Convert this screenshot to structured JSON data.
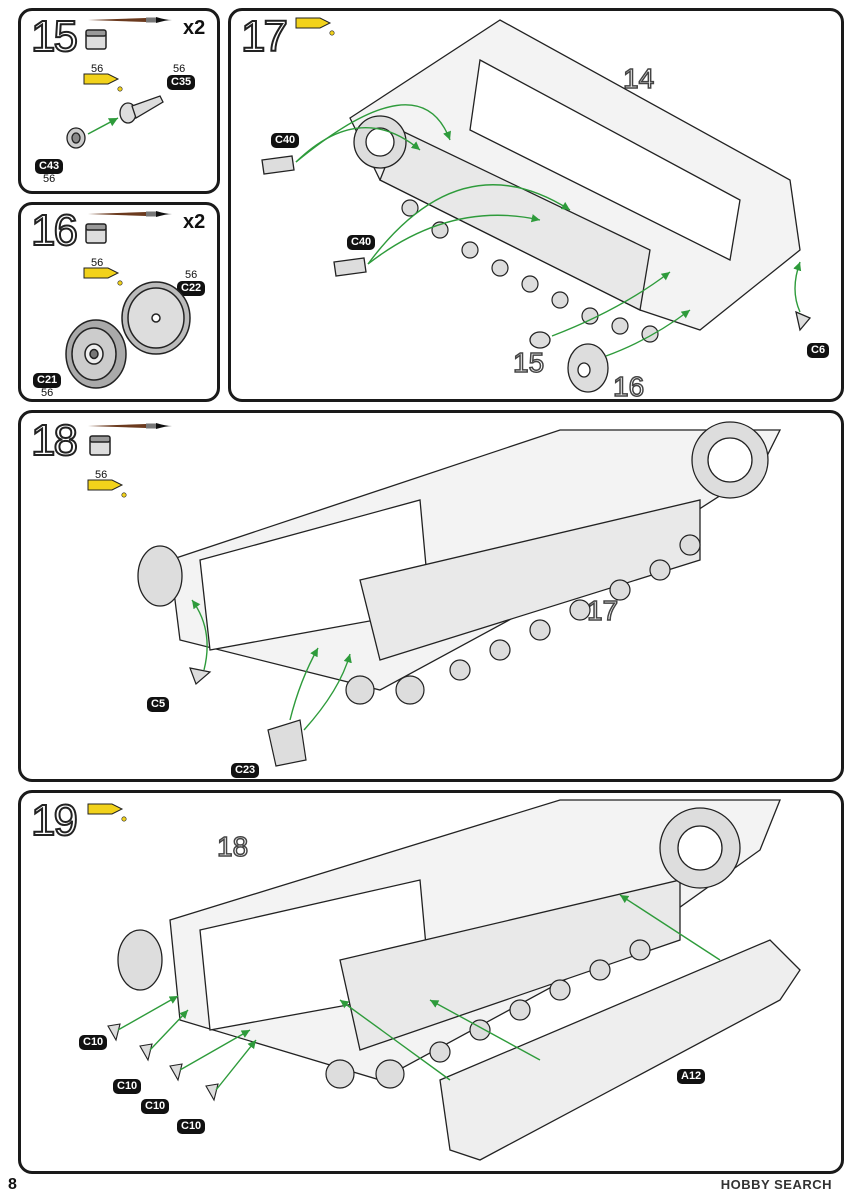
{
  "page_number": "8",
  "watermark": "HOBBY SEARCH",
  "steps": [
    {
      "num": "15",
      "multiplier": "x2",
      "paint_code": "56",
      "parts": [
        "C35",
        "C43"
      ],
      "part_paint": [
        "56",
        "56"
      ]
    },
    {
      "num": "16",
      "multiplier": "x2",
      "paint_code": "56",
      "parts": [
        "C22",
        "C21"
      ],
      "part_paint": [
        "56",
        "56"
      ]
    },
    {
      "num": "17",
      "parts": [
        "C40",
        "C40",
        "C6"
      ],
      "sub_assemblies": [
        "14",
        "15",
        "16"
      ]
    },
    {
      "num": "18",
      "paint_code": "56",
      "parts": [
        "C5",
        "C23"
      ],
      "sub_assemblies": [
        "17"
      ]
    },
    {
      "num": "19",
      "parts": [
        "C10",
        "C10",
        "C10",
        "C10",
        "A12"
      ],
      "sub_assemblies": [
        "18"
      ]
    }
  ],
  "colors": {
    "glue": "#f2d21b",
    "arrow": "#2e9b3b",
    "outline": "#1a1a1a",
    "label_bg": "#111111"
  },
  "icons": [
    "paint-jar-icon",
    "brush-icon",
    "glue-tube-icon"
  ]
}
